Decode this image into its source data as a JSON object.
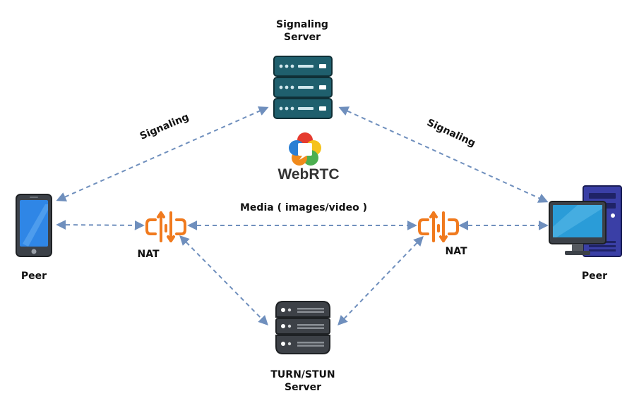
{
  "labels": {
    "signaling_server_line1": "Signaling",
    "signaling_server_line2": "Server",
    "webrtc": "WebRTC",
    "signaling_left": "Signaling",
    "signaling_right": "Signaling",
    "media": "Media ( images/video )",
    "nat_left": "NAT",
    "nat_right": "NAT",
    "peer_left": "Peer",
    "peer_right": "Peer",
    "turn_line1": "TURN/STUN",
    "turn_line2": "Server"
  },
  "colors": {
    "arrow": "#6f8fbd",
    "signaling_server": "#1f5f6d",
    "turn_server": "#3d4147",
    "nat": "#f07a1e",
    "phone_screen": "#2f86e6",
    "pc_tower": "#3a3fa6",
    "pc_screen": "#2a9cd8"
  },
  "icons": {
    "signaling_server": "server-rack-icon",
    "turn_server": "server-rack-icon",
    "webrtc_logo": "webrtc-logo-icon",
    "nat_left": "nat-router-icon",
    "nat_right": "nat-router-icon",
    "peer_left": "smartphone-icon",
    "peer_right": "desktop-computer-icon"
  }
}
